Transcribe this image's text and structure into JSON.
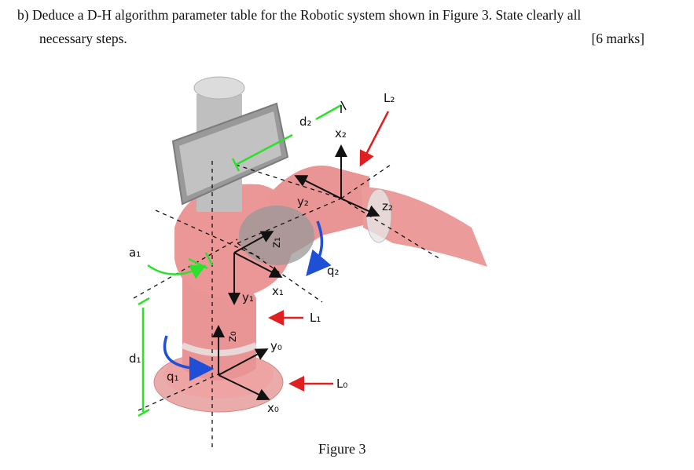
{
  "question": {
    "number": "b)",
    "text_line1": "Deduce a D-H algorithm parameter table for the Robotic system shown in Figure 3.  State clearly all",
    "text_line2": "necessary steps.",
    "marks": "[6 marks]"
  },
  "figure": {
    "caption": "Figure 3",
    "labels": {
      "a1": "a₁",
      "d1": "d₁",
      "d2": "d₂",
      "q1": "q₁",
      "q2": "q₂",
      "L0": "L₀",
      "L1": "L₁",
      "L2": "L₂",
      "x0": "x₀",
      "y0": "y₀",
      "z0": "z₀",
      "x1": "x₁",
      "y1": "y₁",
      "z1": "z₁",
      "x2": "x₂",
      "y2": "y₂",
      "z2": "z₂"
    },
    "colors": {
      "robot_body": "#e88a8a",
      "screen": "#9a9a9a",
      "green_dim": "#2ee02e",
      "blue_rot": "#1e4fd6",
      "red_arrow": "#e02020",
      "axis": "#111111"
    }
  }
}
